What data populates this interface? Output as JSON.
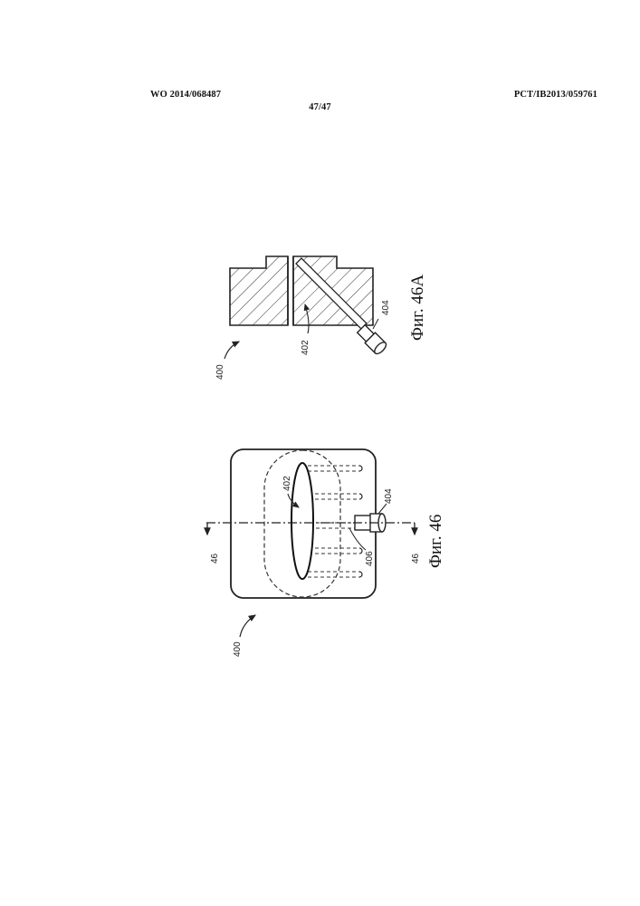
{
  "header": {
    "publication_number": "WO 2014/068487",
    "application_number": "PCT/IB2013/059761",
    "sheet": "47/47"
  },
  "figure_46a": {
    "caption": "Фиг. 46A",
    "labels": {
      "device": "400",
      "slot": "402",
      "fitting": "404"
    }
  },
  "figure_46": {
    "caption": "Фиг. 46",
    "labels": {
      "device": "400",
      "slot": "402",
      "fitting": "404",
      "channel": "406",
      "section_top": "46",
      "section_bottom": "46"
    }
  }
}
